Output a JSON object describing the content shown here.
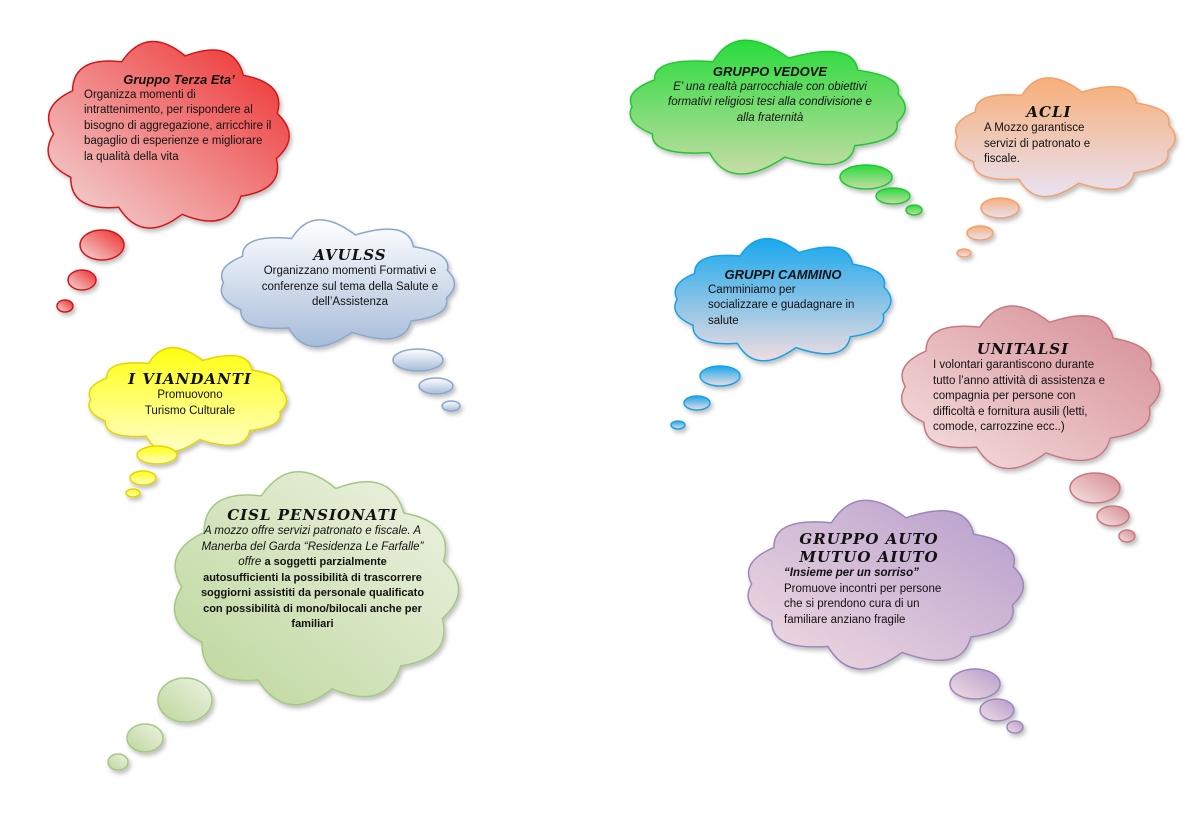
{
  "clouds": {
    "terza_eta": {
      "title": "Gruppo Terza Eta’",
      "body": "Organizza momenti di intrattenimento, per rispondere al bisogno di aggregazione, arricchire il bagaglio di esperienze e migliorare la qualità della vita",
      "colors": [
        "#ee2a2a",
        "#f3dcdc"
      ]
    },
    "avulss": {
      "title": "AVULSS",
      "body": "Organizzano  momenti Formativi e conferenze sul tema della Salute e dell’Assistenza",
      "colors": [
        "#ffffff",
        "#a7bcd9"
      ]
    },
    "viandanti": {
      "title": "I VIANDANTI",
      "body": "Promuovono Turismo Culturale",
      "colors": [
        "#ffff10",
        "#ffffc8"
      ]
    },
    "cisl": {
      "title": "CISL PENSIONATI",
      "body_italic": "A mozzo offre servizi patronato e fiscale.  A Manerba del Garda “Residenza Le Farfalle” offre",
      "body": "a soggetti parzialmente autosufficienti la possibilità di trascorrere soggiorni assistiti da personale qualificato con possibilità di mono/bilocali anche per familiari",
      "colors": [
        "#eef3e4",
        "#bcd69a"
      ]
    },
    "vedove": {
      "title": "GRUPPO VEDOVE",
      "body": "E’ una realtà parrocchiale con obiettivi formativi religiosi tesi alla condivisione e alla fraternità",
      "colors": [
        "#28dc3c",
        "#c6dca6"
      ]
    },
    "acli": {
      "title": "ACLI",
      "body": "A Mozzo garantisce servizi di patronato e fiscale.",
      "colors": [
        "#f7ae78",
        "#e8e2f2"
      ]
    },
    "cammino": {
      "title": "GRUPPI CAMMINO",
      "body": "Camminiamo per socializzare e guadagnare in  salute",
      "colors": [
        "#18a8ee",
        "#f0dce0"
      ]
    },
    "unitalsi": {
      "title": "UNITALSI",
      "body": "I volontari garantiscono durante tutto l’anno attività di assistenza e compagnia per persone con difficoltà e fornitura  ausili (letti, comode, carrozzine ecc..)",
      "colors": [
        "#d48a92",
        "#f6e2e2"
      ]
    },
    "auto_aiuto": {
      "title": "GRUPPO AUTO MUTUO AIUTO",
      "subtitle": "“Insieme per un sorriso”",
      "body": "Promuove incontri per persone che si prendono cura di un familiare anziano fragile",
      "colors": [
        "#b49ccb",
        "#f2dde2"
      ]
    }
  }
}
